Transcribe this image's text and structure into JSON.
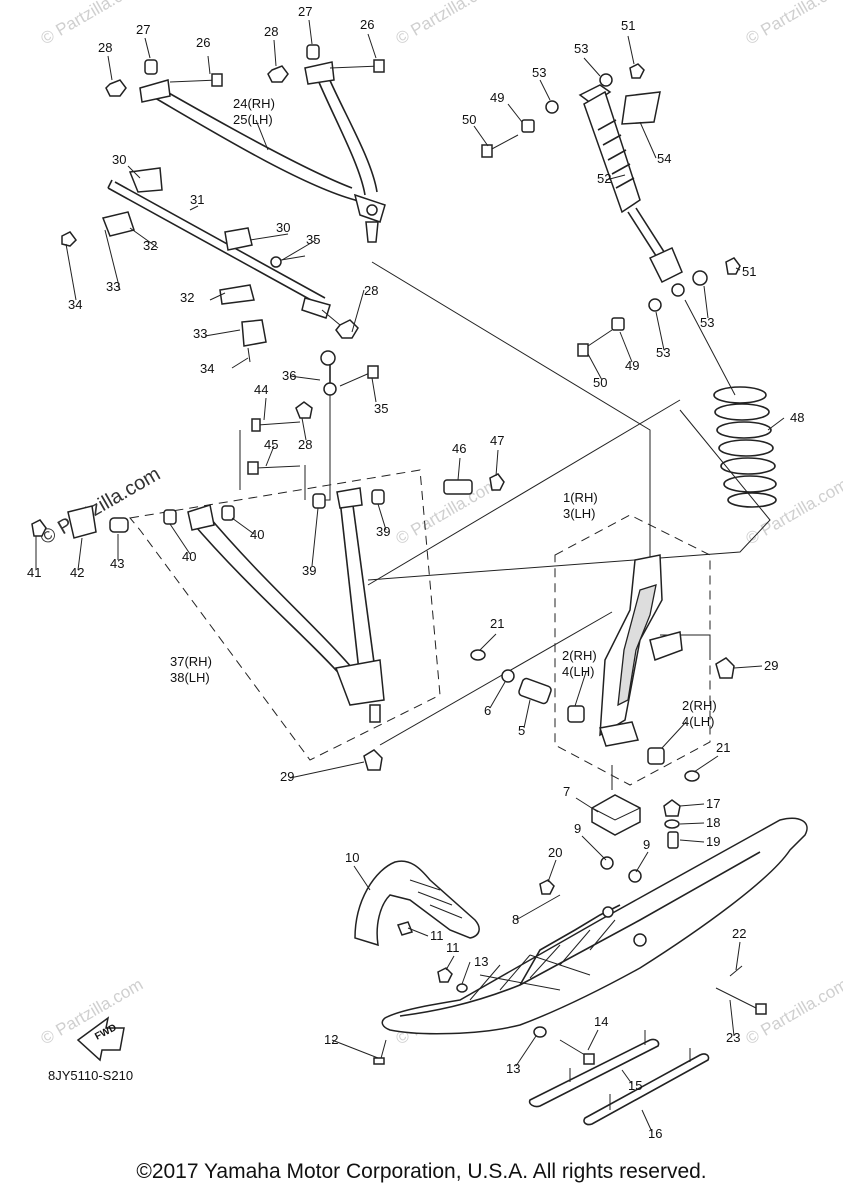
{
  "diagram": {
    "callouts": [
      "1(RH)",
      "3(LH)",
      "2(RH)",
      "4(LH)",
      "2(RH)",
      "4(LH)",
      "5",
      "6",
      "7",
      "8",
      "9",
      "9",
      "10",
      "11",
      "11",
      "12",
      "13",
      "13",
      "14",
      "15",
      "16",
      "17",
      "18",
      "19",
      "20",
      "21",
      "21",
      "22",
      "23",
      "24(RH)",
      "25(LH)",
      "26",
      "26",
      "27",
      "27",
      "28",
      "28",
      "28",
      "28",
      "29",
      "29",
      "30",
      "30",
      "31",
      "32",
      "32",
      "33",
      "33",
      "34",
      "34",
      "35",
      "35",
      "36",
      "37(RH)",
      "38(LH)",
      "39",
      "39",
      "40",
      "40",
      "41",
      "42",
      "43",
      "44",
      "45",
      "46",
      "47",
      "48",
      "49",
      "49",
      "50",
      "50",
      "51",
      "51",
      "52",
      "53",
      "53",
      "53",
      "53",
      "54"
    ],
    "fwd_label": "FWD",
    "ref_code": "8JY5110-S210",
    "watermark": "© Partzilla.com"
  },
  "footer": {
    "copyright": "©2017 Yamaha Motor Corporation, U.S.A. All rights reserved."
  }
}
